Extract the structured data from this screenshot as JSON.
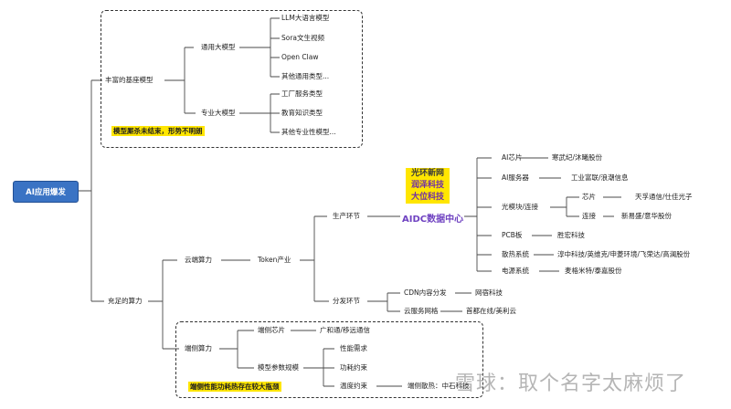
{
  "root": "AI应用爆发",
  "branch1": {
    "label": "丰富的基座模型",
    "general": {
      "label": "通用大模型",
      "items": [
        "LLM大语言模型",
        "Sora文生视频",
        "Open Claw",
        "其他通用类型..."
      ]
    },
    "special": {
      "label": "专业大模型",
      "items": [
        "工厂服务类型",
        "教育知识类型",
        "其他专业性模型..."
      ]
    },
    "note": "模型厮杀未结束，形势不明朗"
  },
  "branch2": {
    "label": "充足的算力",
    "cloud": {
      "label": "云端算力",
      "token": "Token产业",
      "production": {
        "label": "生产环节",
        "idc_companies": [
          "光环新网",
          "润泽科技",
          "大位科技"
        ],
        "idc_center": "AIDC数据中心",
        "items": [
          {
            "name": "AI芯片",
            "companies": "寒武纪/沐曦股份"
          },
          {
            "name": "AI服务器",
            "companies": "工业富联/浪潮信息"
          },
          {
            "name": "光模块/连接",
            "sub": [
              {
                "name": "芯片",
                "companies": "天孚通信/仕佳光子"
              },
              {
                "name": "连接",
                "companies": "新易盛/意华股份"
              }
            ]
          },
          {
            "name": "PCB板",
            "companies": "胜宏科技"
          },
          {
            "name": "散热系统",
            "companies": "淳中科技/英维克/申菱环境/飞荣达/高澜股份"
          },
          {
            "name": "电源系统",
            "companies": "麦格米特/泰嘉股份"
          }
        ]
      },
      "distribution": {
        "label": "分发环节",
        "items": [
          {
            "name": "CDN内容分发",
            "companies": "网宿科技"
          },
          {
            "name": "云服务网格",
            "companies": "首都在线/美利云"
          }
        ]
      }
    },
    "edge": {
      "label": "端侧算力",
      "chip": {
        "name": "端侧芯片",
        "companies": "广和通/移远通信"
      },
      "params": {
        "name": "模型参数规模",
        "items": [
          "性能需求",
          "功耗约束",
          "温度约束"
        ],
        "cooling": "端侧散热：中石科技"
      },
      "note": "端侧性能功耗热存在较大瓶颈"
    }
  },
  "watermark": "雪球：取个名字太麻烦了"
}
